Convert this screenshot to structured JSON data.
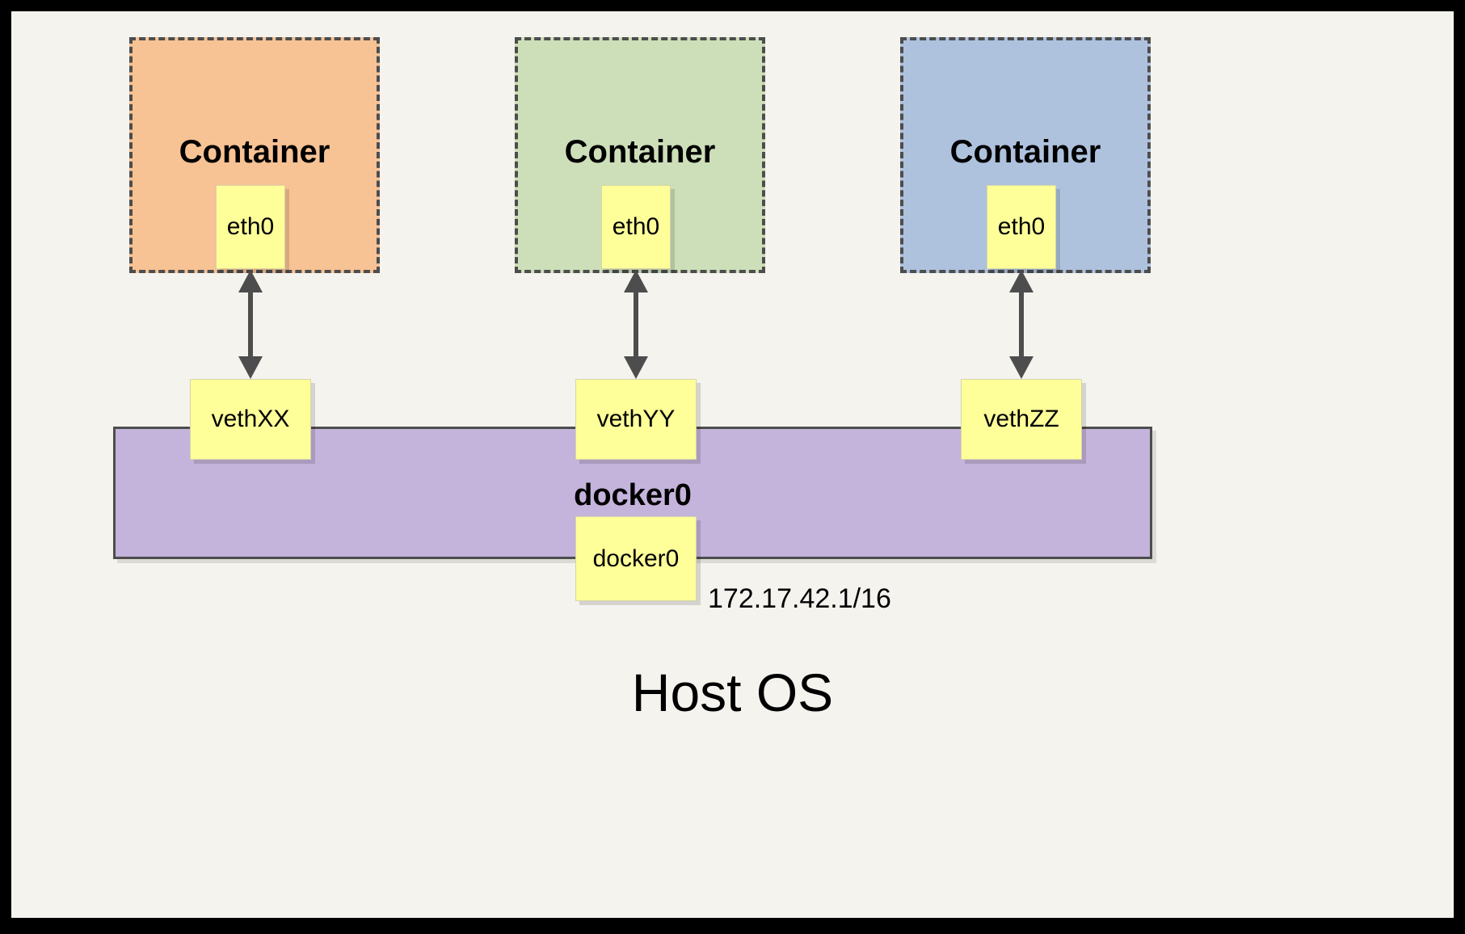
{
  "diagram": {
    "title_bottom": "Host OS",
    "background_color": "#f4f3ee",
    "frame_color": "#000000"
  },
  "containers": [
    {
      "title": "Container",
      "fill": "#f7c294",
      "border_color": "#4d4d4d",
      "interface": {
        "label": "eth0",
        "fill": "#ffff99"
      }
    },
    {
      "title": "Container",
      "fill": "#cddfb9",
      "border_color": "#4d4d4d",
      "interface": {
        "label": "eth0",
        "fill": "#ffff99"
      }
    },
    {
      "title": "Container",
      "fill": "#aec2de",
      "border_color": "#4d4d4d",
      "interface": {
        "label": "eth0",
        "fill": "#ffff99"
      }
    }
  ],
  "veths": [
    {
      "label": "vethXX"
    },
    {
      "label": "vethYY"
    },
    {
      "label": "vethZZ"
    }
  ],
  "bridge": {
    "title": "docker0",
    "fill": "#c4b3db",
    "border_color": "#4d4d4d",
    "interface": {
      "label": "docker0",
      "fill": "#ffff99"
    },
    "ip_address": "172.17.42.1/16"
  },
  "arrows": {
    "color": "#4d4d4d",
    "style": "double-headed-vertical",
    "count": 3
  }
}
